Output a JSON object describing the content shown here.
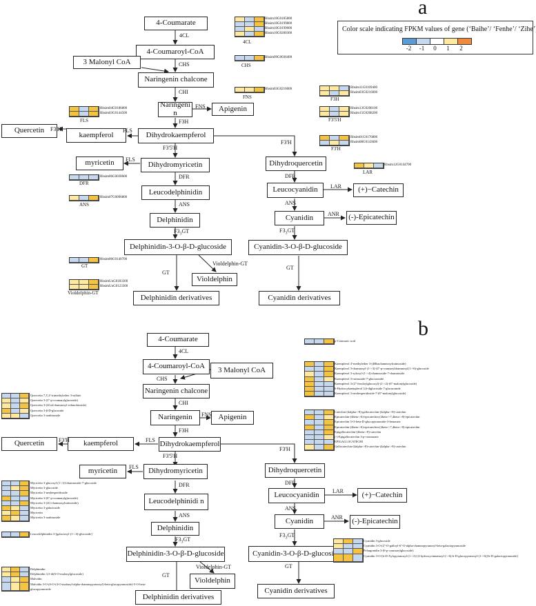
{
  "colors": {
    "c-2": "#5b9bd5",
    "c-1": "#c5d8ee",
    "c0": "#ffffff",
    "c1": "#ffe8a0",
    "c2": "#f5c342"
  },
  "panel_a": {
    "label": "a",
    "legend": {
      "title": "Color scale indicating FPKM values of gene (‘Baihe’/ ‘Fenhe’/ ‘Zihe’)",
      "values": [
        "-2",
        "-1",
        "0",
        "1",
        "2"
      ]
    },
    "nodes": {
      "coumarate": "4-Coumarate",
      "coumaroyl": "4-Coumaroyl-CoA",
      "malonyl": "3 Malonyl CoA",
      "naringenin_chalcone": "Naringenin chalcone",
      "naringenin": "Naringeni n",
      "apigenin": "Apigenin",
      "quercetin": "Quercetin",
      "kaempferol": "kaempferol",
      "dihydrokaempferol": "Dihydrokaempferol",
      "myricetin": "myricetin",
      "dihydromyricetin": "Dihydromyricetin",
      "leucodelphinidin": "Leucodelphinidin",
      "delphinidin": "Delphinidin",
      "delphinidin_glc": "Delphinidin-3-O-β-D-glucoside",
      "violdelphin": "Violdelphin",
      "delphinidin_der": "Delphinidin derivatives",
      "dihydroquercetin": "Dihydroquercetin",
      "leucocyanidin": "Leucocyanidin",
      "catechin": "(+)−Catechin",
      "cyanidin": "Cyanidin",
      "epicatechin": "(-)-Epicatechin",
      "cyanidin_glc": "Cyanidin-3-O-β-D-glucoside",
      "cyanidin_der": "Cyanidin derivatives"
    },
    "enzymes": {
      "4cl": "4CL",
      "chs": "CHS",
      "chi": "CHI",
      "fns": "FNS",
      "f3h": "F3H",
      "f3h2": "F3'H",
      "fls1": "FLS",
      "f35h": "F3'5'H",
      "fls2": "FLS",
      "dfr1": "DFR",
      "ans1": "ANS",
      "f3gt1": "F3",
      "gt1": "GT",
      "vgt": "Violdelphin-GT",
      "f3h3": "F3'H",
      "dfr2": "DFR",
      "lar": "LAR",
      "ans2": "ANS",
      "anr": "ANR",
      "f3gt2": "F3",
      "gt2": "GT"
    },
    "genes": {
      "4cl": [
        "Rhsim10G0185800",
        "Rhsim10G0199800",
        "Rhsim10G0199000",
        "Rhsim10G0200300"
      ],
      "chs": [
        "Rhsim09G0036400"
      ],
      "fns": [
        "Rhsim03G0216000"
      ],
      "f3h": [
        "Rhsim11G0169400",
        "Rhsim03G0216000"
      ],
      "f35h": [
        "Rhsim13G0208100",
        "Rhsim15G0208200"
      ],
      "f3h2": [
        "Rhsim01G0176800",
        "Rhsim08G0143600"
      ],
      "lar": [
        "Rhsim12G0144700"
      ],
      "fls": [
        "Rhsim04G0186800",
        "Rhsim03G0144500"
      ],
      "dfr": [
        "Rhsim06G0030600"
      ],
      "ans": [
        "Rhsim07G0096800"
      ],
      "gt": [
        "Rhsim06G0140700"
      ],
      "vgt": [
        "RhsimUnG0183300",
        "RhsimUnG0123300"
      ]
    },
    "captions": {
      "4cl": "4CL",
      "chs": "CHS",
      "fns": "FNS",
      "f3h": "F3H",
      "f35h": "F3'5'H",
      "f3h2": "F3'H",
      "lar": "LAR",
      "fls": "FLS",
      "dfr": "DFR",
      "ans": "ANS",
      "gt": "GT",
      "vgt": "Violdelphin-GT"
    }
  },
  "panel_b": {
    "label": "b",
    "nodes": {
      "coumarate": "4-Coumarate",
      "coumaroyl": "4-Coumaroyl-CoA",
      "malonyl": "3 Malonyl CoA",
      "naringenin_chalcone": "Naringenin chalcone",
      "naringenin": "Naringenin",
      "apigenin": "Apigenin",
      "quercetin": "Quercetin",
      "kaempferol": "kaempferol",
      "dihydrokaempferol": "Dihydrokaempferol",
      "myricetin": "myricetin",
      "dihydromyricetin": "Dihydromyricetin",
      "leucodelphinidin": "Leucodelphinidi n",
      "delphinidin": "Delphinidin",
      "delphinidin_glc": "Delphinidin-3-O-β-D-glucoside",
      "violdelphin": "Violdelphin",
      "delphinidin_der": "Delphinidin derivatives",
      "dihydroquercetin": "Dihydroquercetin",
      "leucocyanidin": "Leucocyanidin",
      "catechin": "(+)−Catechin",
      "cyanidin": "Cyanidin",
      "epicatechin": "(-)-Epicatechin",
      "cyanidin_glc": "Cyanidin-3-O-β-D-glucoside",
      "cyanidin_der": "Cyanidin derivatives"
    },
    "enzymes": {
      "4cl": "4CL",
      "chs": "CHS",
      "chi": "CHI",
      "fns": "FNS",
      "f3h": "F3H",
      "f3h2": "F3'H",
      "fls1": "FLS",
      "f35h": "F3'5'H",
      "fls2": "FLS",
      "dfr1": "DFR",
      "ans1": "ANS",
      "f3gt1": "F3",
      "gt1": "GT",
      "vgt": "Violdelphin-GT",
      "f3h3": "F3'H",
      "dfr2": "DFR",
      "lar": "LAR",
      "ans2": "ANS",
      "anr": "ANR",
      "f3gt2": "F3",
      "gt2": "GT"
    },
    "metabolites": {
      "pcoumaric": [
        "p-Coumaric acid"
      ],
      "kaempferol": [
        "Kaempferol 4'-methylether 3-(4Rhachamnosylrutinoside)",
        "Kaempferol 3-rhamnosyl-(1->3)-[4''-p-coumarylrhamnosyl(1->6)-glucoside",
        "Kaempferol 3-xylosyl-(1->4)-rhamnoside-7-rhamnoside",
        "Kaempferol 3-rutinoside-7-glucuronide",
        "Kaempferol 3-(2''-feruloylglucosyl)-(1->2)-(6''-malonylglucoside)",
        "6-Hydroxykaempferol 3,6-diglucoside 7-glucuronide",
        "Kaempferol 3-neohesperidoside-7-(6''-malonylglucoside)"
      ],
      "quercetin": [
        "Quercetin 7,3',4'-trimethylether 3-sulfate",
        "Quercetin 3-(2''-p-coumarylglucoside)",
        "Quercetin 3-(2Gal-rhamnosyl-robinobioside)",
        "Quercetin 3-β-D-glucoside",
        "Quercetin 3-arabinoside"
      ],
      "catechin": [
        "Catechin-(4alpha->8)-gallocatechin-(4alpha->8)-catechin",
        "Epicatechin-(4beta->6)-epicatechin-(2beta->7,4beta->8)-epicatechin",
        "Epicatechin 3-O-beta-D-glucopyranoside-3-benzoate",
        "Epicatechin-(4beta->6)-epicatechin-(2beta->7,4beta->8)-epicatechin",
        "Epigallocatechin-(4beta->8)-catechin",
        "(-)-Epigallocatechin 3-p-coumarate",
        "EPIGALLOCATECHI",
        "Gallocatechin-(4alpha->8)-catechin-(4alpha->8)-catechin"
      ],
      "myricetin": [
        "Myricetin 3-glucosyl-(1->2)-rhamnoside-7-glucoside",
        "Myricetin 3-glucoside",
        "Myricetin 3-neohesperidoside",
        "Myricetin 3-(6''-p-coumarylglucoside)",
        "Myricetin 3-(2G-rhamnosylrutinoside)",
        "Myricetin 3-galactoside",
        "Myricetin",
        "Myricetin 3-arabinoside"
      ],
      "leucodelphinidin": [
        "Leucodelphinidin 3-[galactosyl-(1->4)-glucoside]"
      ],
      "cyanidin": [
        "Cyanidin 3-glucoside",
        "Cyanidin 3-O-(2''-O-galloyl-6''-O-alpha-rhamnopyranosyl-beta-galactopyranoside",
        "Pelargonidin 3-(6-p-coumarylglucoside)",
        "Cyanidin 3-O-[b-D-Xylopyranosyl-(1->2)-[4-hydroxycinnamoyl-(->6)-b-D-glucopyranosyl-(1->6)]-b-D-galactopyranoside]"
      ],
      "delphinidin": [
        "Delphinidin",
        "Delphinidin 3,5-di(6-O-malonylglucoside)",
        "Malvidin",
        "Malvidin 3-O-(6-O-(4-O-malonyl-alpha-rhamnopyranosyl)-beta-glucopyranoside)-5-O-beta-glucopyranoside"
      ]
    }
  }
}
